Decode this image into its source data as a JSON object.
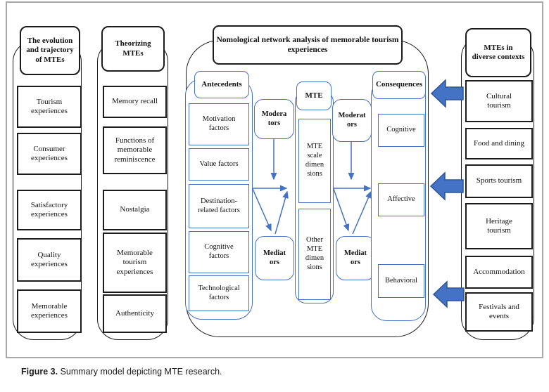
{
  "figure": {
    "caption_label": "Figure 3.",
    "caption_text": " Summary model depicting MTE research."
  },
  "evolution": {
    "header": "The evolution\nand trajectory\nof MTEs",
    "items": [
      "Tourism\nexperiences",
      "Consumer\nexperiences",
      "Satisfactory\nexperiences",
      "Quality\nexperiences",
      "Memorable\nexperiences"
    ]
  },
  "theorizing": {
    "header": "Theorizing\nMTEs",
    "items": [
      "Memory recall",
      "Functions of\nmemorable\nreminiscence",
      "Nostalgia",
      "Memorable\ntourism\nexperiences",
      "Authenticity"
    ]
  },
  "network": {
    "title": "Nomological network analysis of memorable tourism\nexperiences",
    "antecedents": {
      "header": "Antecedents",
      "items": [
        "Motivation\nfactors",
        "Value factors",
        "Destination-\nrelated factors",
        "Cognitive\nfactors",
        "Technological\nfactors"
      ]
    },
    "moderators_left": "Modera\ntors",
    "mediators_left": "Mediat\nors",
    "mte": {
      "header": "MTE",
      "items": [
        "MTE\nscale\ndimen\nsions",
        "Other\nMTE\ndimen\nsions"
      ]
    },
    "moderators_right": "Moderat\nors",
    "mediators_right": "Mediat\nors",
    "consequences": {
      "header": "Consequences",
      "items": [
        "Cognitive",
        "Affective",
        "Behavioral"
      ]
    }
  },
  "contexts": {
    "header": "MTEs in\ndiverse contexts",
    "items": [
      "Cultural\ntourism",
      "Food and dining",
      "Sports tourism",
      "Heritage\ntourism",
      "Accommodation",
      "Festivals and\nevents"
    ]
  },
  "colors": {
    "accent_blue": "#4472C4",
    "block_arrow_border": "#2F5597",
    "line_black": "#1c1c1c",
    "frame_gray": "#a8a8a8"
  }
}
